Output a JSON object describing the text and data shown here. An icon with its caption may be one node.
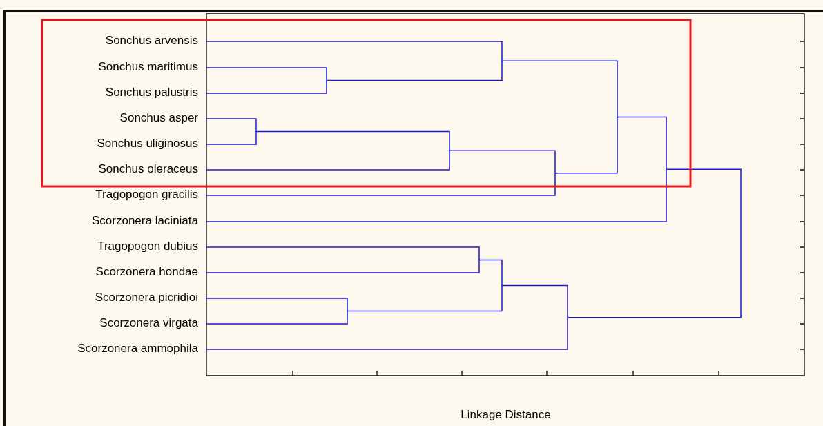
{
  "diagram": {
    "labels": [
      "Sonchus arvensis",
      "Sonchus maritimus",
      "Sonchus palustris",
      "Sonchus asper",
      "Sonchus uliginosus",
      "Sonchus oleraceus",
      "Tragopogon gracilis",
      "Scorzonera laciniata",
      "Tragopogon dubius",
      "Scorzonera hondae",
      "Scorzonera picridioi",
      "Scorzonera virgata",
      "Scorzonera ammophila",
      "Linkage Distance"
    ]
  }
}
